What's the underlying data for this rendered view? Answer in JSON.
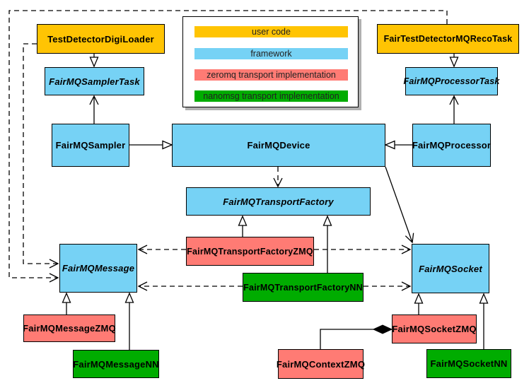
{
  "legend": {
    "items": [
      {
        "label": "user code",
        "color": "#FFC403"
      },
      {
        "label": "framework",
        "color": "#76D2F5"
      },
      {
        "label": "zeromq transport implementation",
        "color": "#FF7B74"
      },
      {
        "label": "nanomsg transport implementation",
        "color": "#00AC00"
      }
    ]
  },
  "nodes": {
    "testDetectorDigiLoader": {
      "label": "TestDetectorDigiLoader",
      "category": "user code"
    },
    "fairTestDetectorMQRecoTask": {
      "label": "FairTestDetectorMQRecoTask",
      "category": "user code"
    },
    "fairMQSamplerTask": {
      "label": "FairMQSamplerTask",
      "category": "framework",
      "abstract": true
    },
    "fairMQProcessorTask": {
      "label": "FairMQProcessorTask",
      "category": "framework",
      "abstract": true
    },
    "fairMQSampler": {
      "label": "FairMQSampler",
      "category": "framework"
    },
    "fairMQDevice": {
      "label": "FairMQDevice",
      "category": "framework"
    },
    "fairMQProcessor": {
      "label": "FairMQProcessor",
      "category": "framework"
    },
    "fairMQTransportFactory": {
      "label": "FairMQTransportFactory",
      "category": "framework",
      "abstract": true
    },
    "fairMQTransportFactoryZMQ": {
      "label": "FairMQTransportFactoryZMQ",
      "category": "zeromq transport implementation"
    },
    "fairMQTransportFactoryNN": {
      "label": "FairMQTransportFactoryNN",
      "category": "nanomsg transport implementation"
    },
    "fairMQMessage": {
      "label": "FairMQMessage",
      "category": "framework",
      "abstract": true
    },
    "fairMQSocket": {
      "label": "FairMQSocket",
      "category": "framework",
      "abstract": true
    },
    "fairMQMessageZMQ": {
      "label": "FairMQMessageZMQ",
      "category": "zeromq transport implementation"
    },
    "fairMQMessageNN": {
      "label": "FairMQMessageNN",
      "category": "nanomsg transport implementation"
    },
    "fairMQSocketZMQ": {
      "label": "FairMQSocketZMQ",
      "category": "zeromq transport implementation"
    },
    "fairMQSocketNN": {
      "label": "FairMQSocketNN",
      "category": "nanomsg transport implementation"
    },
    "fairMQContextZMQ": {
      "label": "FairMQContextZMQ",
      "category": "zeromq transport implementation"
    }
  },
  "edges": [
    {
      "from": "TestDetectorDigiLoader",
      "to": "FairMQSamplerTask",
      "type": "inheritance"
    },
    {
      "from": "FairTestDetectorMQRecoTask",
      "to": "FairMQProcessorTask",
      "type": "inheritance"
    },
    {
      "from": "FairMQSampler",
      "to": "FairMQSamplerTask",
      "type": "arrow"
    },
    {
      "from": "FairMQProcessor",
      "to": "FairMQProcessorTask",
      "type": "arrow"
    },
    {
      "from": "FairMQSampler",
      "to": "FairMQDevice",
      "type": "inheritance"
    },
    {
      "from": "FairMQProcessor",
      "to": "FairMQDevice",
      "type": "inheritance"
    },
    {
      "from": "FairMQDevice",
      "to": "FairMQTransportFactory",
      "type": "dashed-dependency"
    },
    {
      "from": "FairMQDevice",
      "to": "FairMQSocket",
      "type": "arrow"
    },
    {
      "from": "FairMQTransportFactoryZMQ",
      "to": "FairMQTransportFactory",
      "type": "inheritance"
    },
    {
      "from": "FairMQTransportFactoryNN",
      "to": "FairMQTransportFactory",
      "type": "inheritance"
    },
    {
      "from": "FairMQTransportFactoryZMQ",
      "to": "FairMQMessage",
      "type": "dashed-dependency"
    },
    {
      "from": "FairMQTransportFactoryZMQ",
      "to": "FairMQSocket",
      "type": "dashed-dependency"
    },
    {
      "from": "FairMQTransportFactoryNN",
      "to": "FairMQMessage",
      "type": "dashed-dependency"
    },
    {
      "from": "FairMQTransportFactoryNN",
      "to": "FairMQSocket",
      "type": "dashed-dependency"
    },
    {
      "from": "TestDetectorDigiLoader",
      "to": "FairMQMessage",
      "type": "dashed-dependency"
    },
    {
      "from": "FairTestDetectorMQRecoTask",
      "to": "FairMQMessage",
      "type": "dashed-dependency"
    },
    {
      "from": "FairMQMessageZMQ",
      "to": "FairMQMessage",
      "type": "inheritance"
    },
    {
      "from": "FairMQMessageNN",
      "to": "FairMQMessage",
      "type": "inheritance"
    },
    {
      "from": "FairMQSocketZMQ",
      "to": "FairMQSocket",
      "type": "inheritance"
    },
    {
      "from": "FairMQSocketNN",
      "to": "FairMQSocket",
      "type": "inheritance"
    },
    {
      "from": "FairMQContextZMQ",
      "to": "FairMQSocketZMQ",
      "type": "composition"
    }
  ],
  "colors": {
    "user_code": "#FFC403",
    "framework": "#76D2F5",
    "zeromq": "#FF7B74",
    "nanomsg": "#00AC00",
    "line": "#000000",
    "legend_shadow": "#b0b0b0"
  }
}
